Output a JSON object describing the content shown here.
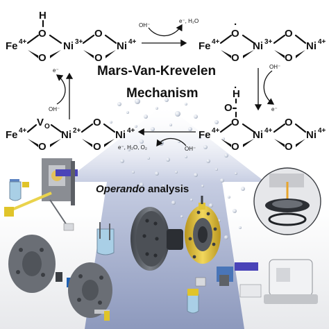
{
  "title": {
    "line1": "Mars-Van-Krevelen",
    "line2": "Mechanism",
    "operando_italic": "Operando",
    "operando_rest": " analysis"
  },
  "structures": {
    "top_left": {
      "h_label": "H",
      "o_top1": "O",
      "o_top2": "O",
      "o_bot1": "O",
      "o_bot2": "O",
      "fe": "Fe",
      "fe_charge": "4+",
      "ni1": "Ni",
      "ni1_charge": "3+",
      "ni2": "Ni",
      "ni2_charge": "4+"
    },
    "top_right": {
      "o_top1": "O",
      "o_top2": "O",
      "o_bot1": "O",
      "o_bot2": "O",
      "fe": "Fe",
      "fe_charge": "4+",
      "ni1": "Ni",
      "ni1_charge": "3+",
      "ni2": "Ni",
      "ni2_charge": "4+"
    },
    "bottom_right": {
      "h_label": "H",
      "o_peroxo": "O",
      "o_top1": "O",
      "o_top2": "O",
      "o_bot1": "O",
      "o_bot2": "O",
      "fe": "Fe",
      "fe_charge": "4+",
      "ni1": "Ni",
      "ni1_charge": "4+",
      "ni2": "Ni",
      "ni2_charge": "4+"
    },
    "bottom_left": {
      "vo": "V",
      "vo_sub": "O",
      "o_top2": "O",
      "o_bot1": "O",
      "o_bot2": "O",
      "fe": "Fe",
      "fe_charge": "4+",
      "ni1": "Ni",
      "ni1_charge": "2+",
      "ni2": "Ni",
      "ni2_charge": "4+"
    }
  },
  "arrows": {
    "top": {
      "in": "OH⁻",
      "out": "e⁻, H₂O"
    },
    "right": {
      "in": "OH⁻",
      "out": "e⁻"
    },
    "bottom": {
      "in": "OH⁻",
      "out": "e⁻, H₂O, O₂"
    },
    "left": {
      "in": "OH⁻",
      "out": "e⁻"
    }
  },
  "colors": {
    "ink": "#111111",
    "center_arrow": "#9aa6c6",
    "device_gray": "#5b5f66",
    "device_yellow": "#e2c23a",
    "device_blue": "#4a44b8",
    "beaker_blue": "#a9cfe6"
  }
}
